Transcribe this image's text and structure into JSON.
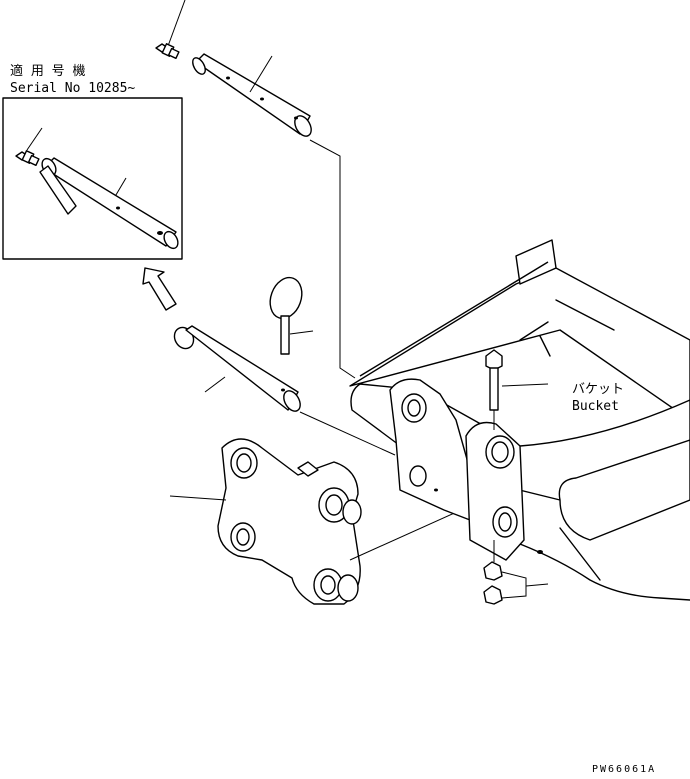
{
  "note_box": {
    "line1": "適 用 号 機",
    "line2": "Serial No 10285~"
  },
  "callout_bucket": {
    "ja": "バケット",
    "en": "Bucket"
  },
  "figure_code": "PW66061A"
}
